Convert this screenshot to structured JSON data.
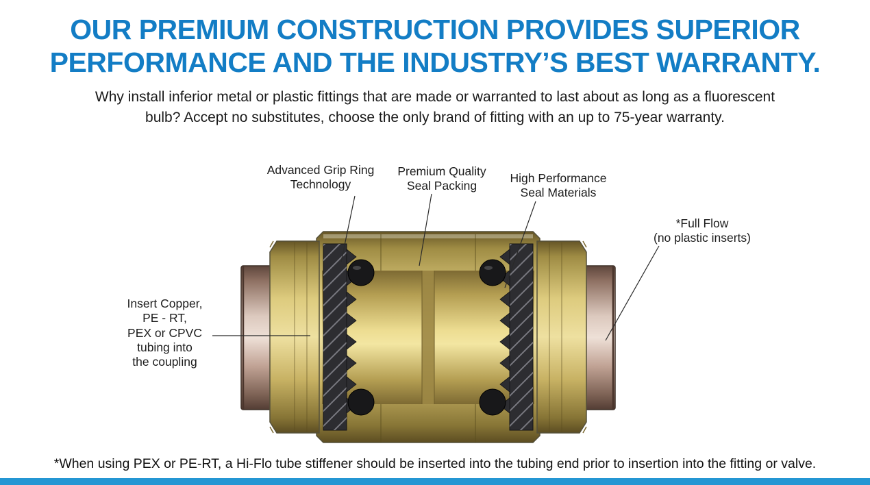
{
  "header": {
    "headline": "OUR PREMIUM CONSTRUCTION PROVIDES SUPERIOR\nPERFORMANCE AND THE INDUSTRY’S BEST WARRANTY.",
    "subheadline": "Why install inferior metal or plastic fittings that are made or warranted to last about as long as a fluorescent\nbulb? Accept no substitutes, choose the only brand of fitting with an up to 75-year warranty."
  },
  "diagram": {
    "callouts": {
      "grip_ring": "Advanced Grip Ring\nTechnology",
      "seal_packing": "Premium Quality\nSeal Packing",
      "seal_materials": "High Performance\nSeal Materials",
      "full_flow": "*Full Flow\n(no plastic inserts)",
      "insert_tubing": "Insert Copper,\nPE - RT,\nPEX or CPVC\ntubing into\nthe coupling"
    }
  },
  "footnote": "*When using PEX or PE-RT, a Hi-Flo tube stiffener should be inserted into the tubing end prior to insertion into the fitting or valve.",
  "colors": {
    "headline_blue": "#137dc5",
    "accent_bar_blue": "#2496d3",
    "brass_body": "#e0cd81",
    "copper_tube": "#c9a492",
    "seal_black": "#1c1c1e",
    "label_text": "#1c1c1c"
  }
}
